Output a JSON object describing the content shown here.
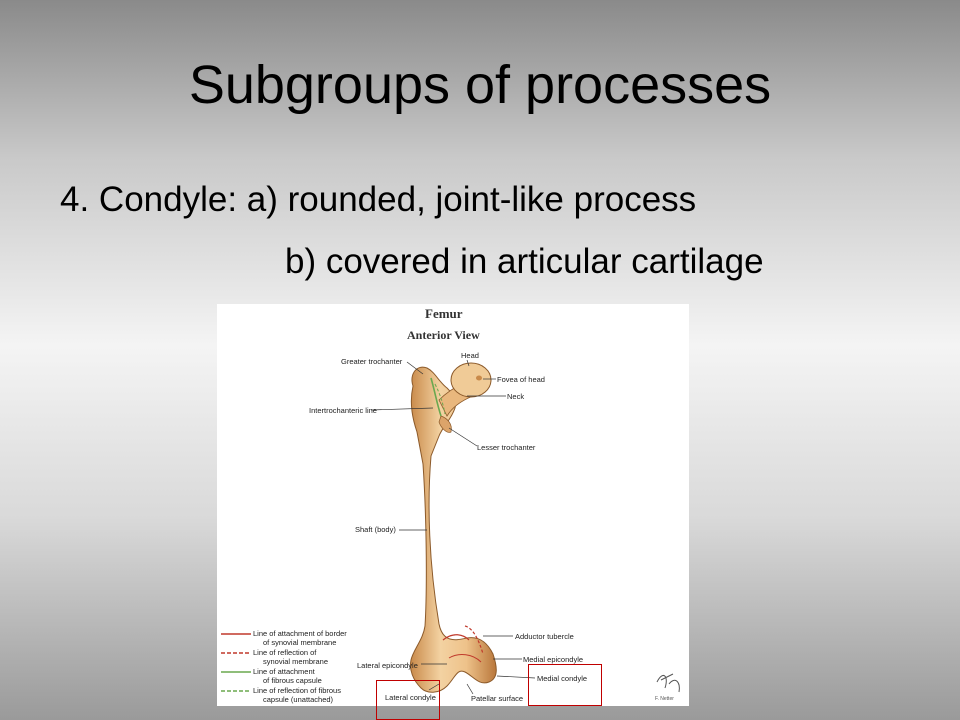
{
  "slide": {
    "title": "Subgroups of processes",
    "line1": "4. Condyle: a) rounded, joint-like process",
    "line2": "b) covered in articular cartilage"
  },
  "figure": {
    "title": "Femur",
    "subtitle": "Anterior View",
    "labels": {
      "head": "Head",
      "greater_trochanter": "Greater trochanter",
      "fovea_of_head": "Fovea of head",
      "neck": "Neck",
      "intertrochanteric_line": "Intertrochanteric line",
      "lesser_trochanter": "Lesser trochanter",
      "shaft": "Shaft (body)",
      "adductor_tubercle": "Adductor tubercle",
      "lateral_epicondyle": "Lateral epicondyle",
      "medial_epicondyle": "Medial epicondyle",
      "medial_condyle": "Medial condyle",
      "lateral_condyle": "Lateral condyle",
      "patellar_surface": "Patellar surface"
    },
    "legend": [
      {
        "line1": "Line of attachment of border",
        "line2": "of synovial membrane",
        "color": "#c0392b",
        "style": "solid"
      },
      {
        "line1": "Line of reflection of",
        "line2": "synovial membrane",
        "color": "#c0392b",
        "style": "dashed"
      },
      {
        "line1": "Line of attachment",
        "line2": "of fibrous capsule",
        "color": "#6aa84f",
        "style": "solid"
      },
      {
        "line1": "Line of reflection of fibrous",
        "line2": "capsule (unattached)",
        "color": "#6aa84f",
        "style": "dashed"
      }
    ],
    "signature": "F. Netter",
    "highlight_color": "#c00000"
  }
}
